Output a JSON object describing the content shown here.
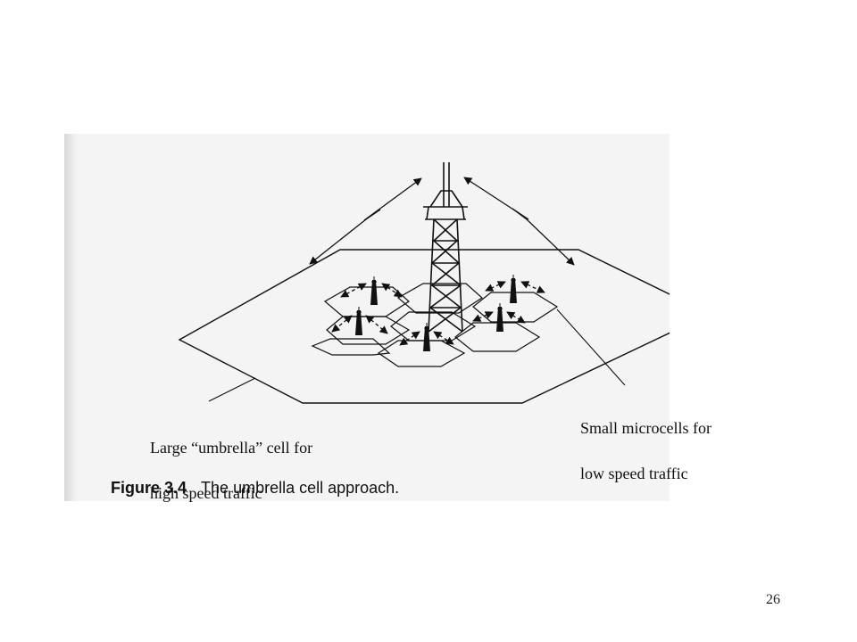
{
  "figure": {
    "label_umbrella_line1": "Large “umbrella” cell for",
    "label_umbrella_line2": "high speed traffic",
    "label_micro_line1": "Small microcells for",
    "label_micro_line2": "low speed traffic",
    "caption_number": "Figure 3.4",
    "caption_text": "The umbrella cell approach."
  },
  "page": {
    "number": "26"
  },
  "colors": {
    "ink": "#111111",
    "panel": "#f4f4f4"
  },
  "icons": {
    "tower": "lattice-tower-icon",
    "microcell_antenna": "microcell-antenna-icon"
  }
}
